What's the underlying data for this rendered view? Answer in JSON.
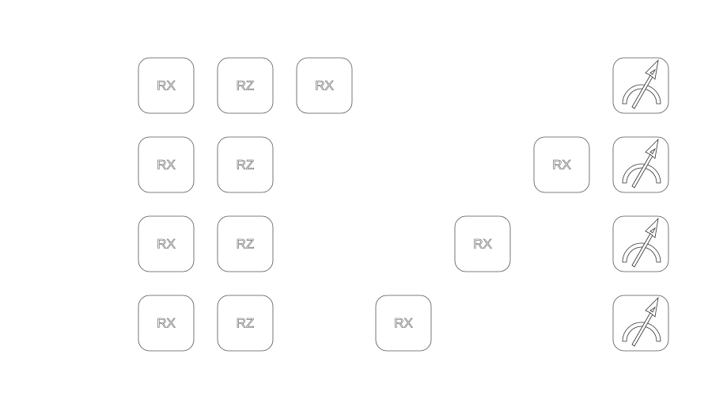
{
  "diagram": {
    "type": "quantum-circuit",
    "qubits": 4,
    "gates": [
      {
        "qubit": 0,
        "column": 0,
        "label": "RX"
      },
      {
        "qubit": 0,
        "column": 1,
        "label": "RZ"
      },
      {
        "qubit": 0,
        "column": 2,
        "label": "RX"
      },
      {
        "qubit": 1,
        "column": 0,
        "label": "RX"
      },
      {
        "qubit": 1,
        "column": 1,
        "label": "RZ"
      },
      {
        "qubit": 1,
        "column": 5,
        "label": "RX"
      },
      {
        "qubit": 2,
        "column": 0,
        "label": "RX"
      },
      {
        "qubit": 2,
        "column": 1,
        "label": "RZ"
      },
      {
        "qubit": 2,
        "column": 4,
        "label": "RX"
      },
      {
        "qubit": 3,
        "column": 0,
        "label": "RX"
      },
      {
        "qubit": 3,
        "column": 1,
        "label": "RZ"
      },
      {
        "qubit": 3,
        "column": 3,
        "label": "RX"
      }
    ],
    "measurements": [
      {
        "qubit": 0,
        "column": 6,
        "icon": "measurement-meter-icon"
      },
      {
        "qubit": 1,
        "column": 6,
        "icon": "measurement-meter-icon"
      },
      {
        "qubit": 2,
        "column": 6,
        "icon": "measurement-meter-icon"
      },
      {
        "qubit": 3,
        "column": 6,
        "icon": "measurement-meter-icon"
      }
    ]
  }
}
